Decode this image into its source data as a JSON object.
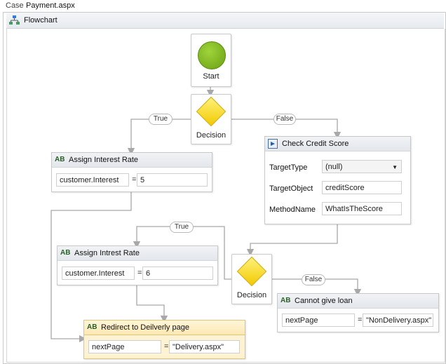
{
  "case": {
    "label": "Case",
    "value": "Payment.aspx"
  },
  "flowchart": {
    "title": "Flowchart"
  },
  "start": {
    "label": "Start"
  },
  "decision1": {
    "label": "Decision",
    "true_label": "True",
    "false_label": "False"
  },
  "decision2": {
    "label": "Decision",
    "true_label": "True",
    "false_label": "False"
  },
  "assign1": {
    "title": "Assign Interest Rate",
    "to": "customer.Interest",
    "eq": "=",
    "value": "5",
    "icon": "AB"
  },
  "assign2": {
    "title": "Assign Intrest Rate",
    "to": "customer.Interest",
    "eq": "=",
    "value": "6",
    "icon": "AB"
  },
  "redirect": {
    "title": "Redirect to Deilverly page",
    "to": "nextPage",
    "eq": "=",
    "value": "\"Delivery.aspx\"",
    "icon": "AB"
  },
  "noloan": {
    "title": "Cannot give loan",
    "to": "nextPage",
    "eq": "=",
    "value": "\"NonDelivery.aspx\"",
    "icon": "AB"
  },
  "invoke": {
    "title": "Check Credit Score",
    "target_type_label": "TargetType",
    "target_type_value": "(null)",
    "target_object_label": "TargetObject",
    "target_object_value": "creditScore",
    "method_name_label": "MethodName",
    "method_name_value": "WhatIsTheScore"
  },
  "colors": {
    "start": "#7ab317",
    "decision": "#f7d600",
    "connector": "#a8a8a8",
    "highlight": "#fdf3d3"
  }
}
